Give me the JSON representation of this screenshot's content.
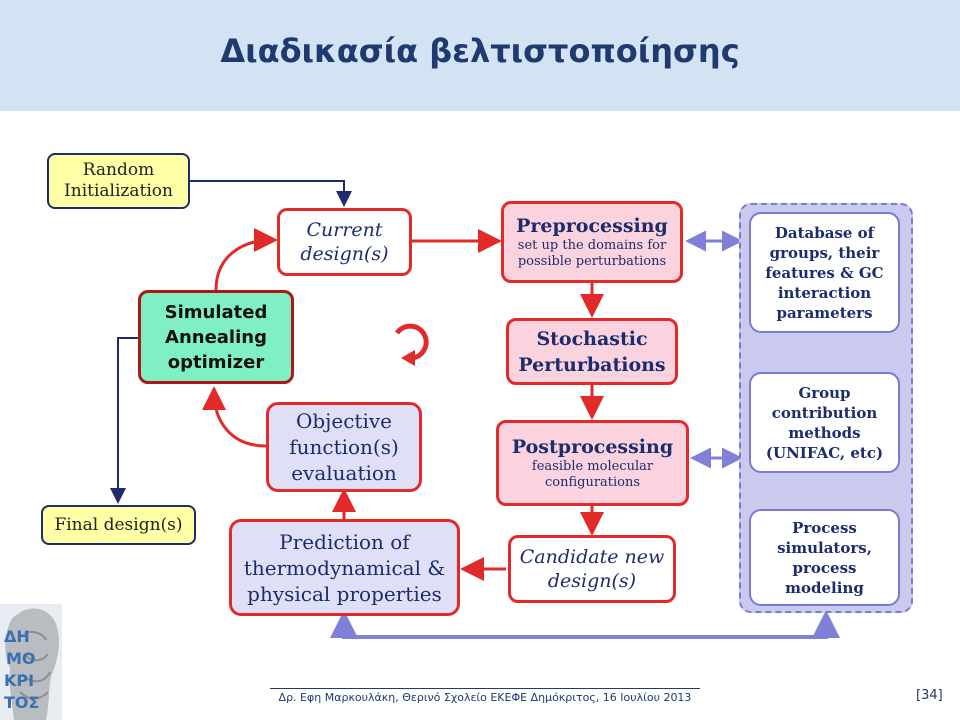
{
  "slide": {
    "title": "Διαδικασία βελτιστοποίησης",
    "footer": "Δρ. Εφη Μαρκουλάκη, Θερινό Σχολείο ΕΚΕΦΕ Δημόκριτος, 16 Ιουλίου 2013",
    "page_number": "[34]"
  },
  "nodes": {
    "random_init": [
      "Random",
      "Initialization"
    ],
    "final_design": "Final design(s)",
    "current_design": [
      "Current",
      "design(s)"
    ],
    "sa_optimizer": [
      "Simulated",
      "Annealing",
      "optimizer"
    ],
    "objective": [
      "Objective",
      "function(s)",
      "evaluation"
    ],
    "prediction": [
      "Prediction of",
      "thermodynamical &",
      "physical properties"
    ],
    "preprocessing": {
      "title": "Preprocessing",
      "sub": [
        "set up the domains for",
        "possible perturbations"
      ]
    },
    "stochastic": [
      "Stochastic",
      "Perturbations"
    ],
    "postprocessing": {
      "title": "Postprocessing",
      "sub": [
        "feasible molecular",
        "configurations"
      ]
    },
    "candidate": [
      "Candidate new",
      "design(s)"
    ],
    "database": [
      "Database of",
      "groups, their",
      "features & GC",
      "interaction",
      "parameters"
    ],
    "group_contrib": [
      "Group",
      "contribution",
      "methods",
      "(UNIFAC, etc)"
    ],
    "process_sim": [
      "Process",
      "simulators,",
      "process",
      "modeling"
    ]
  },
  "logo": {
    "text": "ΔΗΜΟΚΡΙΤΟΣ",
    "lines": [
      "ΔΗ",
      "ΜΟ",
      "ΚΡΙ",
      "ΤΟΣ"
    ]
  },
  "colors": {
    "header_bg": "#d3e3f3",
    "title": "#1f3a6e",
    "red": "#e12a2a",
    "navy": "#1c2c6c",
    "purple": "#8080d8"
  }
}
